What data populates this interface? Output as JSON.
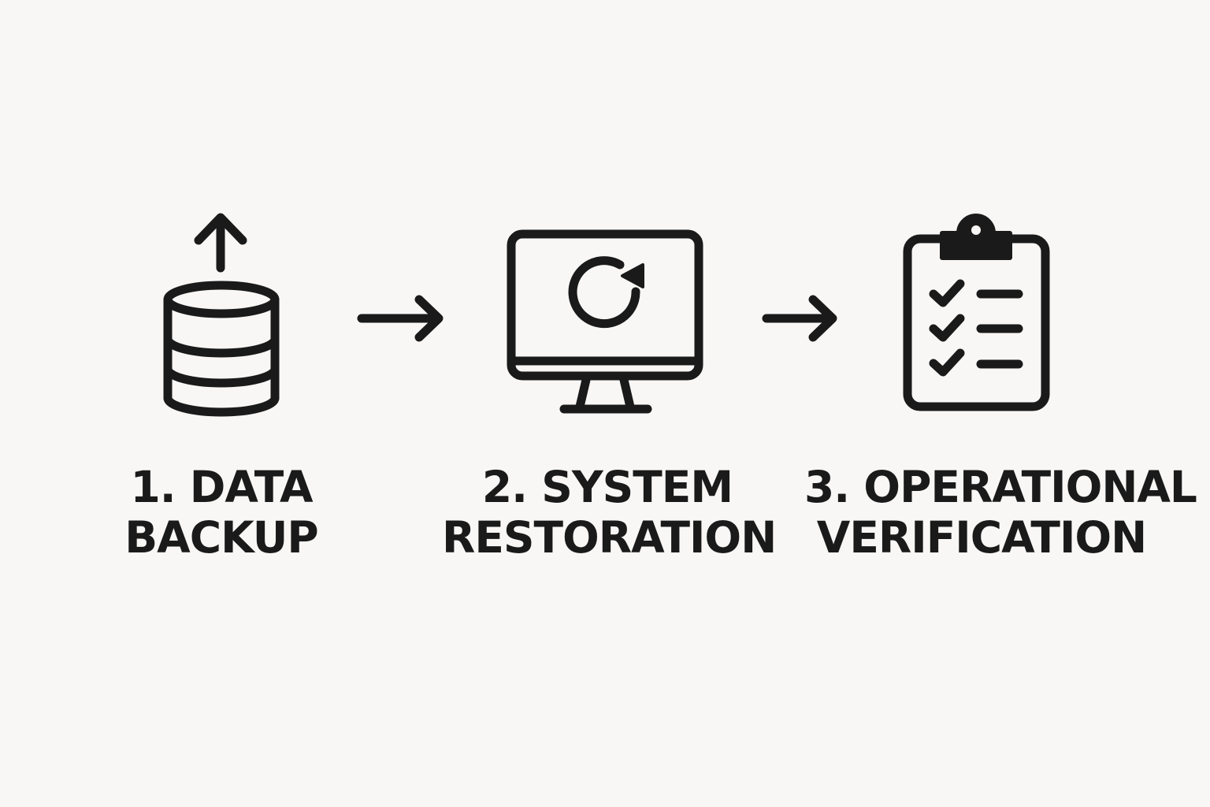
{
  "steps": [
    {
      "line1": "1. DATA",
      "line2": "BACKUP",
      "icon": "database-upload-icon"
    },
    {
      "line1": "2. SYSTEM",
      "line2": "RESTORATION",
      "icon": "monitor-refresh-icon"
    },
    {
      "line1": "3. OPERATIONAL",
      "line2": "VERIFICATION",
      "icon": "clipboard-checklist-icon"
    }
  ],
  "connectors": [
    "arrow-right-icon",
    "arrow-right-icon"
  ],
  "colors": {
    "background": "#f8f7f5",
    "ink": "#1a1a1a"
  }
}
